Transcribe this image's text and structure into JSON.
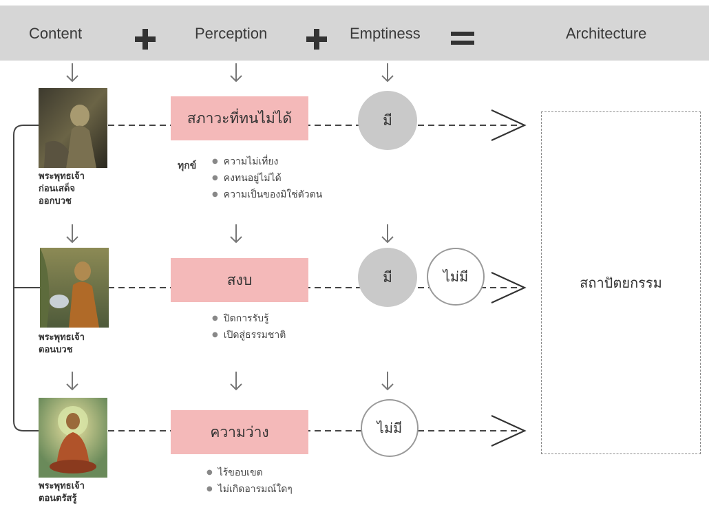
{
  "header": {
    "content": "Content",
    "perception": "Perception",
    "emptiness": "Emptiness",
    "architecture": "Architecture"
  },
  "rows": [
    {
      "caption": [
        "พระพุทธเจ้า",
        "ก่อนเสด็จ",
        "ออกบวช"
      ],
      "perception_box": "สภาวะที่ทนไม่ได้",
      "perception_prefix": "ทุกข์",
      "perception_bullets": [
        "ความไม่เที่ยง",
        "คงทนอยู่ไม่ได้",
        "ความเป็นของมิใช่ตัวตน"
      ],
      "emptiness": [
        "มี"
      ]
    },
    {
      "caption": [
        "พระพุทธเจ้า",
        "ตอนบวช"
      ],
      "perception_box": "สงบ",
      "perception_bullets": [
        "ปิดการรับรู้",
        "เปิดสู่ธรรมชาติ"
      ],
      "emptiness": [
        "มี",
        "ไม่มี"
      ]
    },
    {
      "caption": [
        "พระพุทธเจ้า",
        "ตอนตรัสรู้"
      ],
      "perception_box": "ความว่าง",
      "perception_bullets": [
        "ไร้ขอบเขต",
        "ไม่เกิดอารมณ์ใดๆ"
      ],
      "emptiness": [
        "ไม่มี"
      ]
    }
  ],
  "architecture_result": "สถาปัตยกรรม",
  "colors": {
    "header_bg": "#d6d6d6",
    "pink": "#f4b9b9",
    "circle_gray": "#c9c9c9",
    "line": "#444444"
  }
}
